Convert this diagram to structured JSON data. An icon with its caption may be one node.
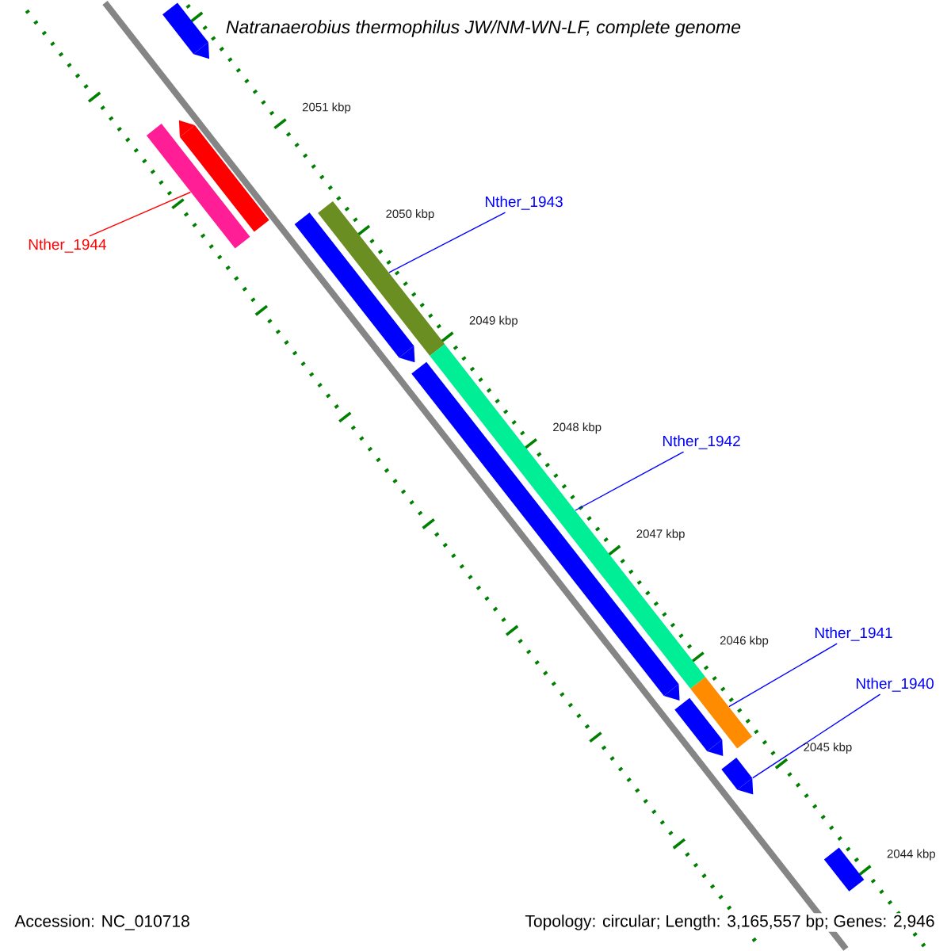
{
  "diagram": {
    "title": "Natranaerobius thermophilus JW/NM-WN-LF, complete genome",
    "nodes": [
      {
        "text": [
          "Nther_1944"
        ]
      },
      {
        "text": [],
        "shape": "bar"
      },
      {
        "text": [
          "Nther_1943"
        ]
      },
      {
        "text": [],
        "shape": "bar"
      },
      {
        "text": [
          "Nther_1942"
        ]
      },
      {
        "text": [],
        "shape": "bar"
      },
      {
        "text": [
          "Nther_1941"
        ]
      },
      {
        "text": [],
        "shape": "bar"
      },
      {
        "text": [
          "Nther_1940"
        ]
      },
      {
        "text": [],
        "shape": "bar"
      },
      {
        "text": [],
        "shape": "bar"
      },
      {
        "text": [],
        "shape": "bar"
      },
      {
        "text": [],
        "shape": "bar"
      },
      {
        "text": [],
        "shape": "bar"
      },
      {
        "text": [],
        "shape": "bar"
      },
      {
        "text": [],
        "shape": "bar"
      }
    ],
    "edges": [
      {
        "from": 0,
        "to": 1,
        "arrow": "none",
        "color": "#ff0000"
      },
      {
        "from": 2,
        "to": 3,
        "arrow": "none"
      },
      {
        "from": 4,
        "to": 5,
        "arrow": "none"
      },
      {
        "from": 6,
        "to": 7,
        "arrow": "none"
      },
      {
        "from": 8,
        "to": 9,
        "arrow": "none"
      }
    ],
    "labels": [
      "2051 kbp",
      "2050 kbp",
      "2049 kbp",
      "2048 kbp",
      "2047 kbp",
      "2046 kbp",
      "2045 kbp",
      "2044 kbp",
      "Accession: NC_010718",
      "Topology: circular; Length: 3,165,557 bp; Genes: 2,946"
    ]
  }
}
